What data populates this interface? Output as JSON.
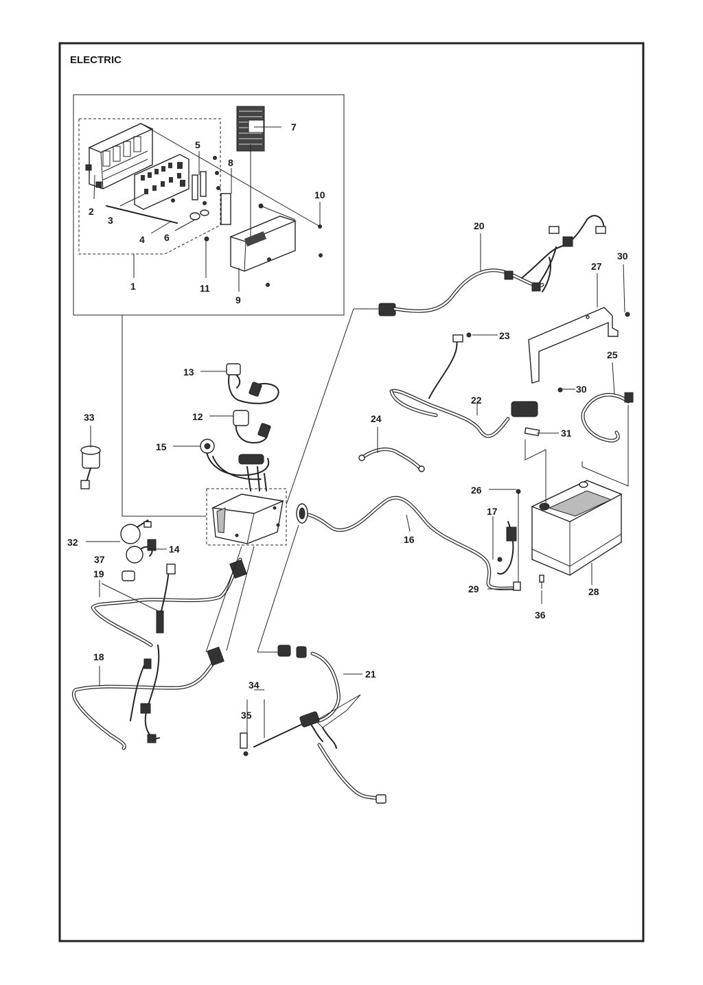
{
  "title": "ELECTRIC",
  "callouts": [
    {
      "id": "c1",
      "label": "1"
    },
    {
      "id": "c2",
      "label": "2"
    },
    {
      "id": "c3",
      "label": "3"
    },
    {
      "id": "c4",
      "label": "4"
    },
    {
      "id": "c5",
      "label": "5"
    },
    {
      "id": "c6",
      "label": "6"
    },
    {
      "id": "c7",
      "label": "7"
    },
    {
      "id": "c8",
      "label": "8"
    },
    {
      "id": "c9",
      "label": "9"
    },
    {
      "id": "c10",
      "label": "10"
    },
    {
      "id": "c11",
      "label": "11"
    },
    {
      "id": "c12",
      "label": "12"
    },
    {
      "id": "c13",
      "label": "13"
    },
    {
      "id": "c14",
      "label": "14"
    },
    {
      "id": "c15",
      "label": "15"
    },
    {
      "id": "c16",
      "label": "16"
    },
    {
      "id": "c17",
      "label": "17"
    },
    {
      "id": "c18",
      "label": "18"
    },
    {
      "id": "c19",
      "label": "19"
    },
    {
      "id": "c20",
      "label": "20"
    },
    {
      "id": "c21",
      "label": "21"
    },
    {
      "id": "c22",
      "label": "22"
    },
    {
      "id": "c23",
      "label": "23"
    },
    {
      "id": "c24",
      "label": "24"
    },
    {
      "id": "c25",
      "label": "25"
    },
    {
      "id": "c26",
      "label": "26"
    },
    {
      "id": "c27",
      "label": "27"
    },
    {
      "id": "c28",
      "label": "28"
    },
    {
      "id": "c29",
      "label": "29"
    },
    {
      "id": "c30a",
      "label": "30"
    },
    {
      "id": "c30b",
      "label": "30"
    },
    {
      "id": "c31",
      "label": "31"
    },
    {
      "id": "c32",
      "label": "32"
    },
    {
      "id": "c33",
      "label": "33"
    },
    {
      "id": "c34",
      "label": "34"
    },
    {
      "id": "c35",
      "label": "35"
    },
    {
      "id": "c36",
      "label": "36"
    },
    {
      "id": "c37",
      "label": "37"
    }
  ]
}
